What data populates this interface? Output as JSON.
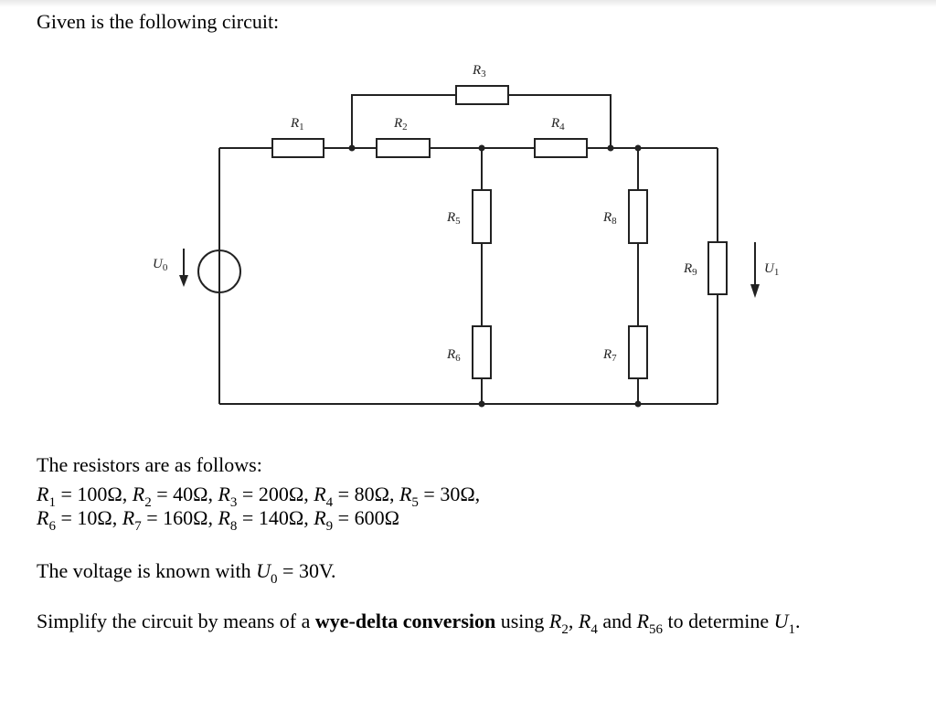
{
  "intro": "Given is the following circuit:",
  "circuit": {
    "resistor_labels": {
      "r1": {
        "sym": "R",
        "sub": "1"
      },
      "r2": {
        "sym": "R",
        "sub": "2"
      },
      "r3": {
        "sym": "R",
        "sub": "3"
      },
      "r4": {
        "sym": "R",
        "sub": "4"
      },
      "r5": {
        "sym": "R",
        "sub": "5"
      },
      "r6": {
        "sym": "R",
        "sub": "6"
      },
      "r7": {
        "sym": "R",
        "sub": "7"
      },
      "r8": {
        "sym": "R",
        "sub": "8"
      },
      "r9": {
        "sym": "R",
        "sub": "9"
      }
    },
    "source_label": {
      "sym": "U",
      "sub": "0"
    },
    "output_label": {
      "sym": "U",
      "sub": "1"
    }
  },
  "resistors_heading": "The resistors are as follows:",
  "resistor_values": [
    {
      "sym": "R",
      "sub": "1",
      "val": "100Ω"
    },
    {
      "sym": "R",
      "sub": "2",
      "val": "40Ω"
    },
    {
      "sym": "R",
      "sub": "3",
      "val": "200Ω"
    },
    {
      "sym": "R",
      "sub": "4",
      "val": "80Ω"
    },
    {
      "sym": "R",
      "sub": "5",
      "val": "30Ω"
    },
    {
      "sym": "R",
      "sub": "6",
      "val": "10Ω"
    },
    {
      "sym": "R",
      "sub": "7",
      "val": "160Ω"
    },
    {
      "sym": "R",
      "sub": "8",
      "val": "140Ω"
    },
    {
      "sym": "R",
      "sub": "9",
      "val": "600Ω"
    }
  ],
  "voltage": {
    "pre": "The voltage is known with ",
    "sym": "U",
    "sub": "0",
    "post": " = 30V."
  },
  "task": {
    "pre": "Simplify the circuit by means of a ",
    "bold": "wye-delta conversion",
    "mid": " using ",
    "r2": {
      "sym": "R",
      "sub": "2"
    },
    "r4": {
      "sym": "R",
      "sub": "4"
    },
    "and": " and ",
    "r56": {
      "sym": "R",
      "sub": "56"
    },
    "post": " to determine ",
    "u1": {
      "sym": "U",
      "sub": "1"
    },
    "end": "."
  }
}
